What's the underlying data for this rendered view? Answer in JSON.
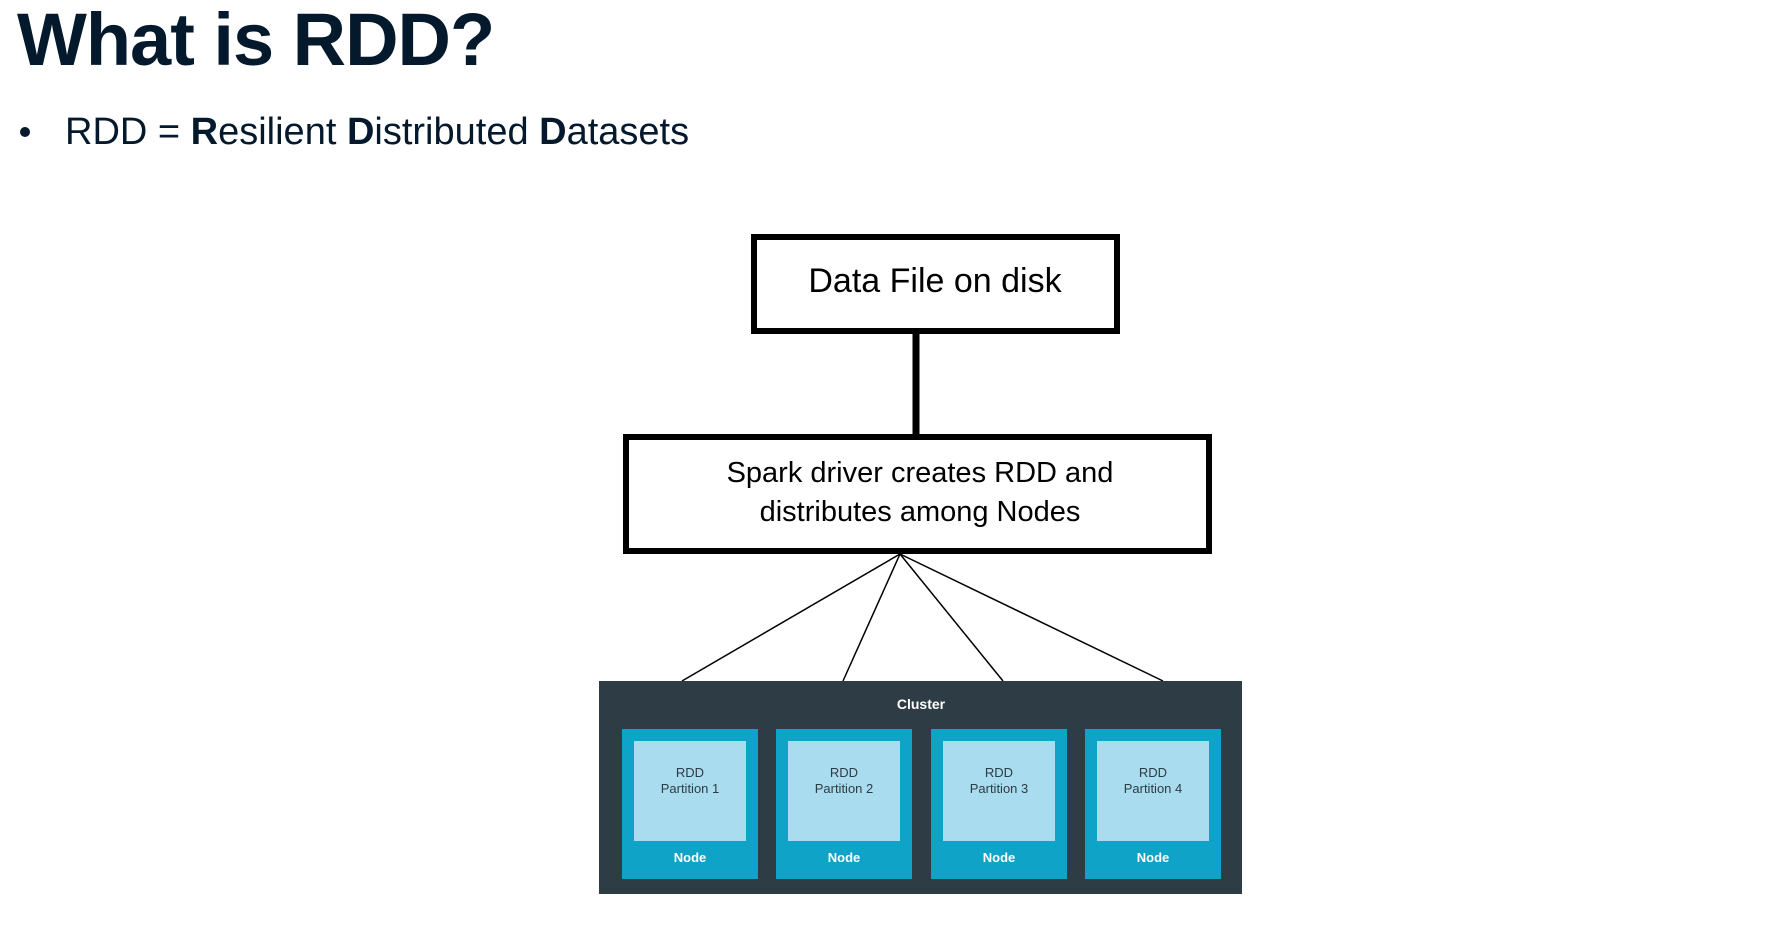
{
  "slide": {
    "title": "What is RDD?",
    "bullet": {
      "prefix": "RDD = ",
      "parts": [
        {
          "bold": "R",
          "rest": "esilient "
        },
        {
          "bold": "D",
          "rest": "istributed "
        },
        {
          "bold": "D",
          "rest": "atasets"
        }
      ]
    }
  },
  "diagram": {
    "data_file_label": "Data File on disk",
    "driver_label_line1": "Spark driver creates RDD and",
    "driver_label_line2": "distributes among Nodes",
    "cluster_label": "Cluster",
    "nodes": [
      {
        "partition_line1": "RDD",
        "partition_line2": "Partition 1",
        "node_label": "Node"
      },
      {
        "partition_line1": "RDD",
        "partition_line2": "Partition 2",
        "node_label": "Node"
      },
      {
        "partition_line1": "RDD",
        "partition_line2": "Partition 3",
        "node_label": "Node"
      },
      {
        "partition_line1": "RDD",
        "partition_line2": "Partition 4",
        "node_label": "Node"
      }
    ],
    "colors": {
      "cluster_bg": "#2d3c45",
      "node_bg": "#0fa3c8",
      "partition_bg": "#a9dcee",
      "text_dark": "#05192d"
    }
  }
}
